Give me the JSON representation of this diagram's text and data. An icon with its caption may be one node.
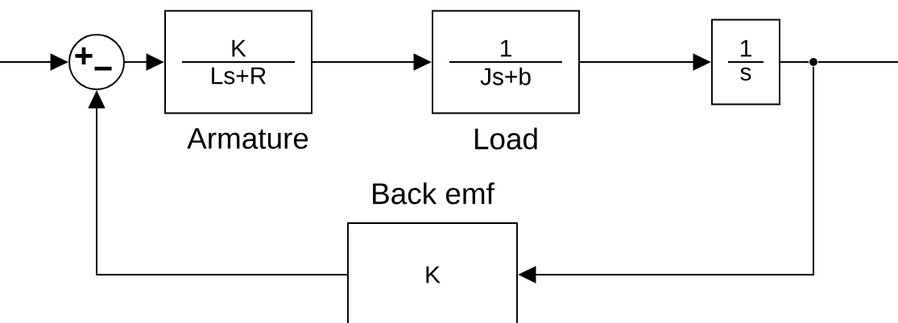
{
  "diagram": {
    "nodes": [
      {
        "text": [
          "+",
          "−"
        ]
      },
      {
        "text": [
          "K",
          "Ls+R"
        ],
        "beside": [
          "Armature"
        ]
      },
      {
        "text": [
          "1",
          "Js+b"
        ],
        "beside": [
          "Load"
        ]
      },
      {
        "text": [
          "1",
          "s"
        ]
      },
      {
        "text": [
          "K"
        ],
        "beside": [
          "Back emf"
        ]
      },
      {
        "text": [],
        "shape": "circle"
      }
    ],
    "edges": [
      {
        "from": null,
        "to": 0,
        "arrow": "to"
      },
      {
        "from": 0,
        "to": 1,
        "arrow": "to"
      },
      {
        "from": 1,
        "to": 2,
        "arrow": "to"
      },
      {
        "from": 2,
        "to": 3,
        "arrow": "to"
      },
      {
        "from": 3,
        "to": 5,
        "arrow": "none"
      },
      {
        "from": 5,
        "to": null,
        "arrow": "none"
      },
      {
        "from": 5,
        "to": 4,
        "arrow": "to"
      },
      {
        "from": 4,
        "to": 0,
        "arrow": "to"
      }
    ]
  }
}
